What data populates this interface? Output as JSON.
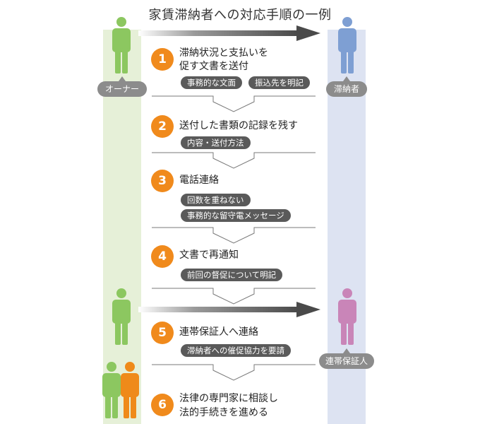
{
  "title": "家賃滞納者への対応手順の一例",
  "roles": {
    "owner": "オーナー",
    "debtor": "滞納者",
    "guarantor": "連帯保証人"
  },
  "steps": [
    {
      "num": "1",
      "lines": [
        "滞納状況と支払いを",
        "促す文書を送付"
      ],
      "tags": [
        "事務的な文面",
        "振込先を明記"
      ]
    },
    {
      "num": "2",
      "lines": [
        "送付した書類の記録を残す"
      ],
      "tags": [
        "内容・送付方法"
      ]
    },
    {
      "num": "3",
      "lines": [
        "電話連絡"
      ],
      "tags": [
        "回数を重ねない",
        "事務的な留守電メッセージ"
      ]
    },
    {
      "num": "4",
      "lines": [
        "文書で再通知"
      ],
      "tags": [
        "前回の督促について明記"
      ]
    },
    {
      "num": "5",
      "lines": [
        "連帯保証人へ連絡"
      ],
      "tags": [
        "滞納者への催促協力を要請"
      ]
    },
    {
      "num": "6",
      "lines": [
        "法律の専門家に相談し",
        "法的手続きを進める"
      ],
      "tags": []
    }
  ],
  "colors": {
    "owner_figure": "#8cc760",
    "debtor_figure": "#7e9fd3",
    "guarantor_figure": "#c985b8",
    "partner_figure": "#ef8a1a",
    "step_number": "#f08a1c",
    "owner_lane": "#e6f0d8",
    "debtor_lane": "#dde3f2"
  },
  "icons": {
    "person": "person-icon",
    "arrow": "arrow-right-icon",
    "chevron": "chevron-down-icon"
  }
}
